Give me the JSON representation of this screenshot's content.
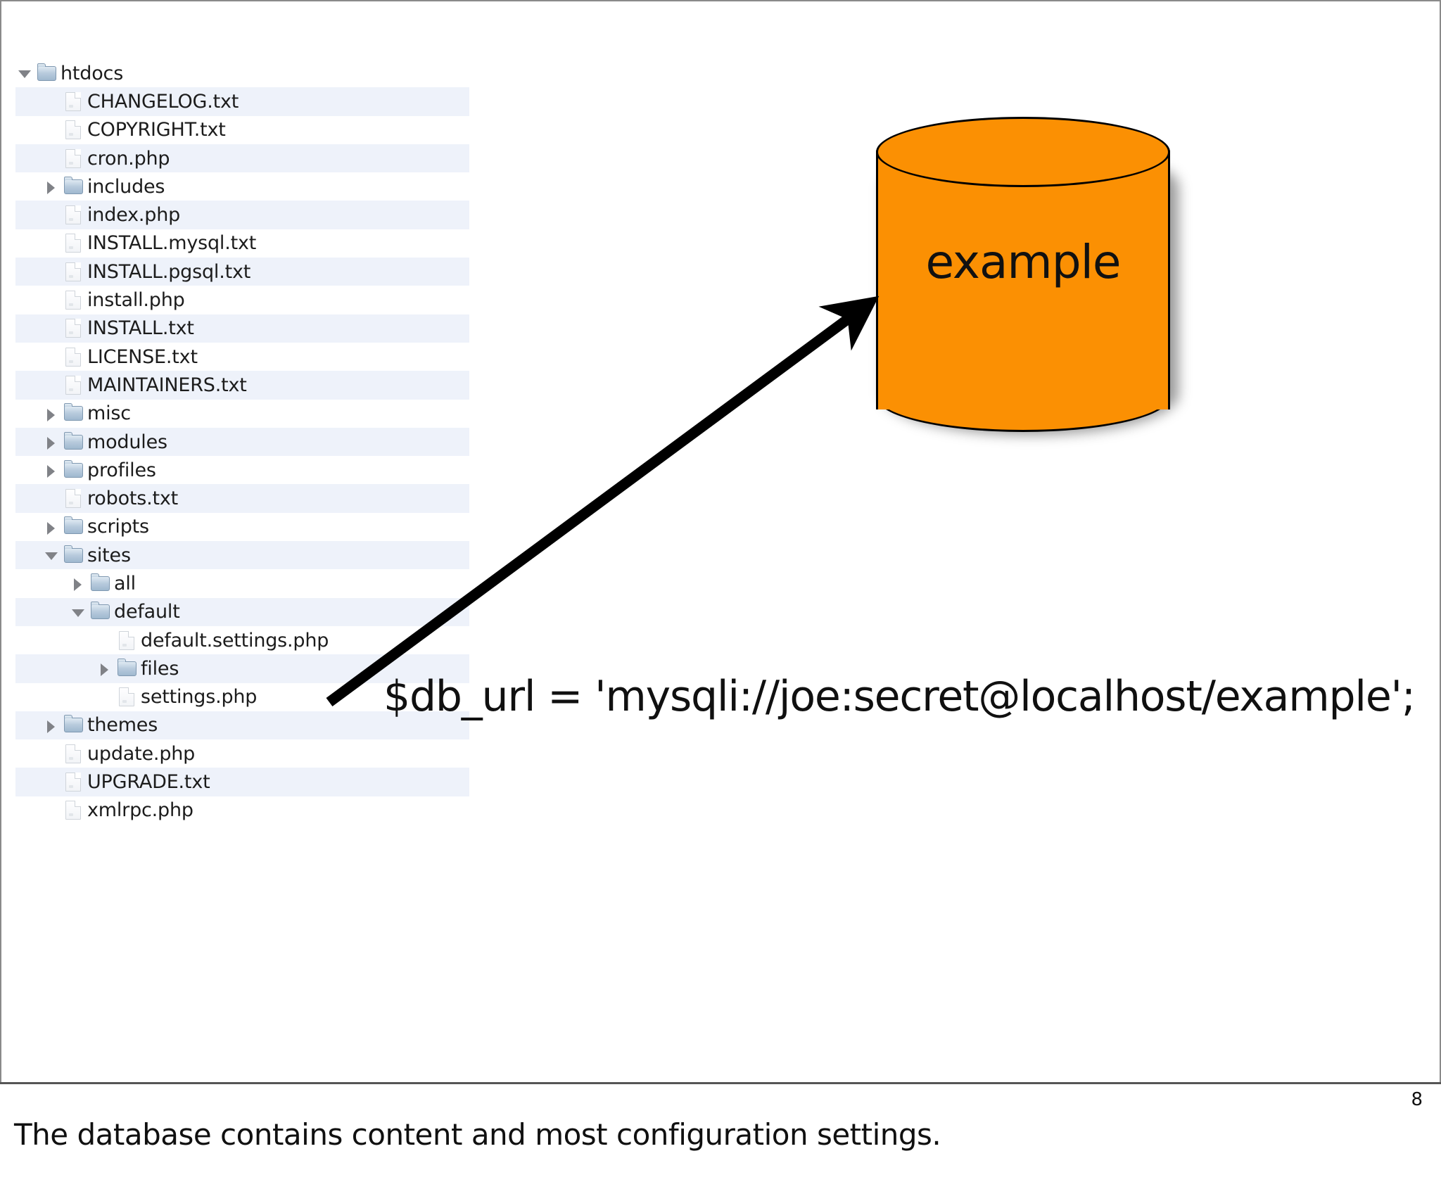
{
  "slide": {
    "page_number": "8",
    "caption": "The database contains content and most configuration settings."
  },
  "code": {
    "line": "$db_url = 'mysqli://joe:secret@localhost/example';"
  },
  "database": {
    "label": "example",
    "fill_color": "#FB9003",
    "stroke_color": "#000000",
    "icon": "database-cylinder-icon"
  },
  "arrow": {
    "icon": "arrow-icon",
    "color": "#000000",
    "from": "settings.php",
    "to": "example database"
  },
  "file_tree": {
    "root": "htdocs",
    "rows": [
      {
        "label": "htdocs",
        "type": "folder",
        "depth": 0,
        "state": "open",
        "stripe": false
      },
      {
        "label": "CHANGELOG.txt",
        "type": "file",
        "depth": 1,
        "state": "none",
        "stripe": true
      },
      {
        "label": "COPYRIGHT.txt",
        "type": "file",
        "depth": 1,
        "state": "none",
        "stripe": false
      },
      {
        "label": "cron.php",
        "type": "file",
        "depth": 1,
        "state": "none",
        "stripe": true
      },
      {
        "label": "includes",
        "type": "folder",
        "depth": 1,
        "state": "closed",
        "stripe": false
      },
      {
        "label": "index.php",
        "type": "file",
        "depth": 1,
        "state": "none",
        "stripe": true
      },
      {
        "label": "INSTALL.mysql.txt",
        "type": "file",
        "depth": 1,
        "state": "none",
        "stripe": false
      },
      {
        "label": "INSTALL.pgsql.txt",
        "type": "file",
        "depth": 1,
        "state": "none",
        "stripe": true
      },
      {
        "label": "install.php",
        "type": "file",
        "depth": 1,
        "state": "none",
        "stripe": false
      },
      {
        "label": "INSTALL.txt",
        "type": "file",
        "depth": 1,
        "state": "none",
        "stripe": true
      },
      {
        "label": "LICENSE.txt",
        "type": "file",
        "depth": 1,
        "state": "none",
        "stripe": false
      },
      {
        "label": "MAINTAINERS.txt",
        "type": "file",
        "depth": 1,
        "state": "none",
        "stripe": true
      },
      {
        "label": "misc",
        "type": "folder",
        "depth": 1,
        "state": "closed",
        "stripe": false
      },
      {
        "label": "modules",
        "type": "folder",
        "depth": 1,
        "state": "closed",
        "stripe": true
      },
      {
        "label": "profiles",
        "type": "folder",
        "depth": 1,
        "state": "closed",
        "stripe": false
      },
      {
        "label": "robots.txt",
        "type": "file",
        "depth": 1,
        "state": "none",
        "stripe": true
      },
      {
        "label": "scripts",
        "type": "folder",
        "depth": 1,
        "state": "closed",
        "stripe": false
      },
      {
        "label": "sites",
        "type": "folder",
        "depth": 1,
        "state": "open",
        "stripe": true
      },
      {
        "label": "all",
        "type": "folder",
        "depth": 2,
        "state": "closed",
        "stripe": false
      },
      {
        "label": "default",
        "type": "folder",
        "depth": 2,
        "state": "open",
        "stripe": true
      },
      {
        "label": "default.settings.php",
        "type": "file",
        "depth": 3,
        "state": "none",
        "stripe": false
      },
      {
        "label": "files",
        "type": "folder",
        "depth": 3,
        "state": "closed",
        "stripe": true
      },
      {
        "label": "settings.php",
        "type": "file",
        "depth": 3,
        "state": "none",
        "stripe": false
      },
      {
        "label": "themes",
        "type": "folder",
        "depth": 1,
        "state": "closed",
        "stripe": true
      },
      {
        "label": "update.php",
        "type": "file",
        "depth": 1,
        "state": "none",
        "stripe": false
      },
      {
        "label": "UPGRADE.txt",
        "type": "file",
        "depth": 1,
        "state": "none",
        "stripe": true
      },
      {
        "label": "xmlrpc.php",
        "type": "file",
        "depth": 1,
        "state": "none",
        "stripe": false
      }
    ]
  }
}
